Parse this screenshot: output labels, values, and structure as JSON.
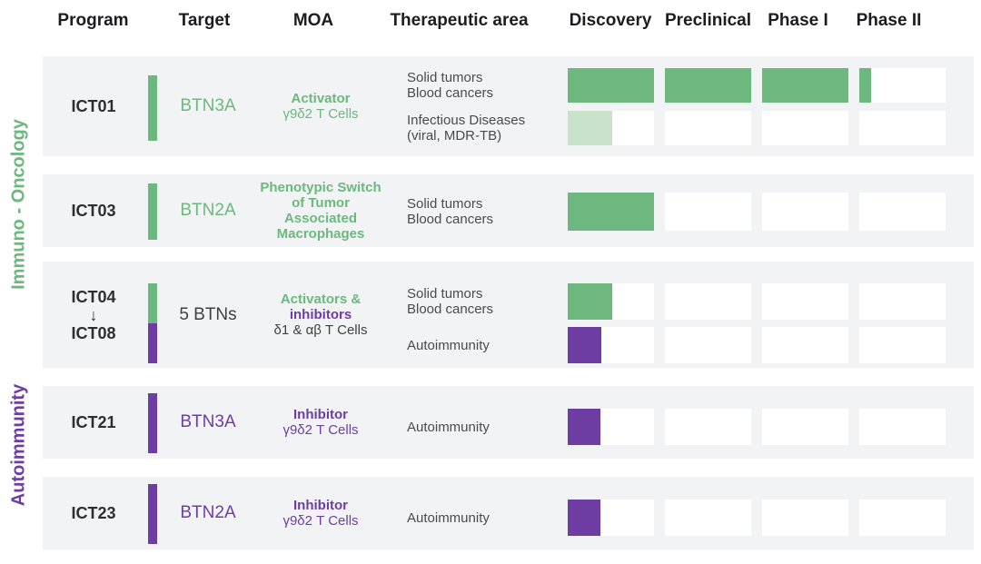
{
  "colors": {
    "green": "#6cb87e",
    "light_green": "#c8e2cc",
    "purple": "#6d3da3",
    "dark": "#3f3f41",
    "row_bg": "#f2f3f4",
    "header_text": "#1d1d1f"
  },
  "header": {
    "program": "Program",
    "target": "Target",
    "moa": "MOA",
    "therapeutic_area": "Therapeutic area",
    "discovery": "Discovery",
    "preclinical": "Preclinical",
    "phase1": "Phase I",
    "phase2": "Phase II"
  },
  "groups": [
    {
      "label": "Immuno - Oncology",
      "color": "green"
    },
    {
      "label": "Autoimmunity",
      "color": "purple"
    }
  ],
  "rows": [
    {
      "program_lines": [
        "ICT01"
      ],
      "accent": [
        "green"
      ],
      "target": "BTN3A",
      "moa_lines": [
        "Activator",
        "γ9δ2 T Cells"
      ],
      "areas": [
        {
          "label_lines": [
            "Solid tumors",
            "Blood cancers"
          ],
          "fills": [
            {
              "pct": 100,
              "color": "green"
            },
            {
              "pct": 100,
              "color": "green"
            },
            {
              "pct": 100,
              "color": "green"
            },
            {
              "pct": 14,
              "color": "green"
            }
          ]
        },
        {
          "label_lines": [
            "Infectious Diseases",
            "(viral, MDR-TB)"
          ],
          "fills": [
            {
              "pct": 52,
              "color": "light_green"
            },
            {
              "pct": 0
            },
            {
              "pct": 0
            },
            {
              "pct": 0
            }
          ]
        }
      ]
    },
    {
      "program_lines": [
        "ICT03"
      ],
      "accent": [
        "green"
      ],
      "target": "BTN2A",
      "moa_lines": [
        "Phenotypic Switch",
        "of Tumor",
        "Associated",
        "Macrophages"
      ],
      "areas": [
        {
          "label_lines": [
            "Solid tumors",
            "Blood cancers"
          ],
          "fills": [
            {
              "pct": 100,
              "color": "green"
            },
            {
              "pct": 0
            },
            {
              "pct": 0
            },
            {
              "pct": 0
            }
          ]
        }
      ]
    },
    {
      "program_lines": [
        "ICT04",
        "↓",
        "ICT08"
      ],
      "accent": [
        "green",
        "purple"
      ],
      "target": "5 BTNs",
      "moa_lines": [
        "Activators &",
        "inhibitors",
        "δ1 & αβ T Cells"
      ],
      "areas": [
        {
          "label_lines": [
            "Solid tumors",
            "Blood cancers"
          ],
          "fills": [
            {
              "pct": 52,
              "color": "green"
            },
            {
              "pct": 0
            },
            {
              "pct": 0
            },
            {
              "pct": 0
            }
          ]
        },
        {
          "label_lines": [
            "Autoimmunity"
          ],
          "fills": [
            {
              "pct": 39,
              "color": "purple"
            },
            {
              "pct": 0
            },
            {
              "pct": 0
            },
            {
              "pct": 0
            }
          ]
        }
      ]
    },
    {
      "program_lines": [
        "ICT21"
      ],
      "accent": [
        "purple"
      ],
      "target": "BTN3A",
      "moa_lines": [
        "Inhibitor",
        "γ9δ2 T Cells"
      ],
      "areas": [
        {
          "label_lines": [
            "Autoimmunity"
          ],
          "fills": [
            {
              "pct": 38,
              "color": "purple"
            },
            {
              "pct": 0
            },
            {
              "pct": 0
            },
            {
              "pct": 0
            }
          ]
        }
      ]
    },
    {
      "program_lines": [
        "ICT23"
      ],
      "accent": [
        "purple"
      ],
      "target": "BTN2A",
      "moa_lines": [
        "Inhibitor",
        "γ9δ2 T Cells"
      ],
      "areas": [
        {
          "label_lines": [
            "Autoimmunity"
          ],
          "fills": [
            {
              "pct": 38,
              "color": "purple"
            },
            {
              "pct": 0
            },
            {
              "pct": 0
            },
            {
              "pct": 0
            }
          ]
        }
      ]
    }
  ],
  "chart_data": {
    "type": "bar",
    "title": "Drug development pipeline",
    "phases": [
      "Discovery",
      "Preclinical",
      "Phase I",
      "Phase II"
    ],
    "series": [
      {
        "program": "ICT01",
        "group": "Immuno - Oncology",
        "target": "BTN3A",
        "moa": "Activator γ9δ2 T Cells",
        "indication": "Solid tumors / Blood cancers",
        "phase_progress": [
          1,
          1,
          1,
          0.14
        ]
      },
      {
        "program": "ICT01",
        "group": "Immuno - Oncology",
        "target": "BTN3A",
        "moa": "Activator γ9δ2 T Cells",
        "indication": "Infectious Diseases (viral, MDR-TB)",
        "phase_progress": [
          0.52,
          0,
          0,
          0
        ]
      },
      {
        "program": "ICT03",
        "group": "Immuno - Oncology",
        "target": "BTN2A",
        "moa": "Phenotypic Switch of Tumor Associated Macrophages",
        "indication": "Solid tumors / Blood cancers",
        "phase_progress": [
          1,
          0,
          0,
          0
        ]
      },
      {
        "program": "ICT04–ICT08",
        "group": "Immuno - Oncology",
        "target": "5 BTNs",
        "moa": "Activators & inhibitors δ1 & αβ T Cells",
        "indication": "Solid tumors / Blood cancers",
        "phase_progress": [
          0.52,
          0,
          0,
          0
        ]
      },
      {
        "program": "ICT04–ICT08",
        "group": "Immuno - Oncology",
        "target": "5 BTNs",
        "moa": "Activators & inhibitors δ1 & αβ T Cells",
        "indication": "Autoimmunity",
        "phase_progress": [
          0.39,
          0,
          0,
          0
        ]
      },
      {
        "program": "ICT21",
        "group": "Autoimmunity",
        "target": "BTN3A",
        "moa": "Inhibitor γ9δ2 T Cells",
        "indication": "Autoimmunity",
        "phase_progress": [
          0.38,
          0,
          0,
          0
        ]
      },
      {
        "program": "ICT23",
        "group": "Autoimmunity",
        "target": "BTN2A",
        "moa": "Inhibitor γ9δ2 T Cells",
        "indication": "Autoimmunity",
        "phase_progress": [
          0.38,
          0,
          0,
          0
        ]
      }
    ]
  }
}
